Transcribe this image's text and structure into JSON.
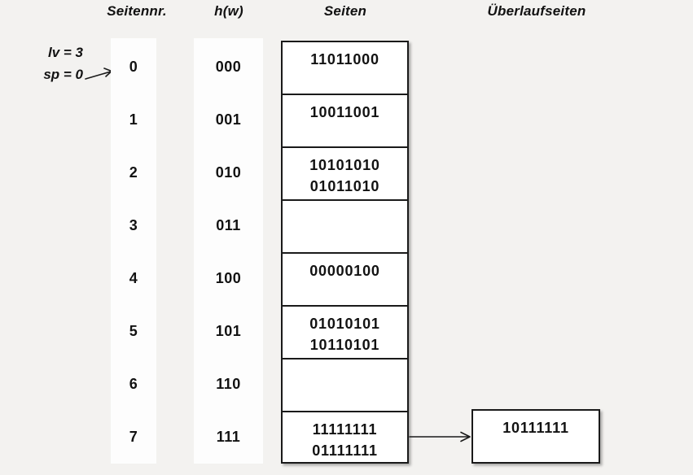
{
  "headers": {
    "page_number": "Seitennr.",
    "hash_function": "h(w)",
    "pages": "Seiten",
    "overflow_pages": "Überlaufseiten"
  },
  "annotation": {
    "level": "lv = 3",
    "split_pointer": "sp = 0"
  },
  "colors": {
    "background": "#f3f2f0",
    "column_strip": "#fdfdfd",
    "box_fill": "#ffffff",
    "line": "#1a1a1a",
    "text": "#121212"
  },
  "rows": [
    {
      "page_no": "0",
      "hash": "000",
      "entries": [
        "11011000"
      ]
    },
    {
      "page_no": "1",
      "hash": "001",
      "entries": [
        "10011001"
      ]
    },
    {
      "page_no": "2",
      "hash": "010",
      "entries": [
        "10101010",
        "01011010"
      ]
    },
    {
      "page_no": "3",
      "hash": "011",
      "entries": []
    },
    {
      "page_no": "4",
      "hash": "100",
      "entries": [
        "00000100"
      ]
    },
    {
      "page_no": "5",
      "hash": "101",
      "entries": [
        "01010101",
        "10110101"
      ]
    },
    {
      "page_no": "6",
      "hash": "110",
      "entries": []
    },
    {
      "page_no": "7",
      "hash": "111",
      "entries": [
        "11111111",
        "01111111"
      ],
      "overflow": [
        "10111111"
      ]
    }
  ]
}
